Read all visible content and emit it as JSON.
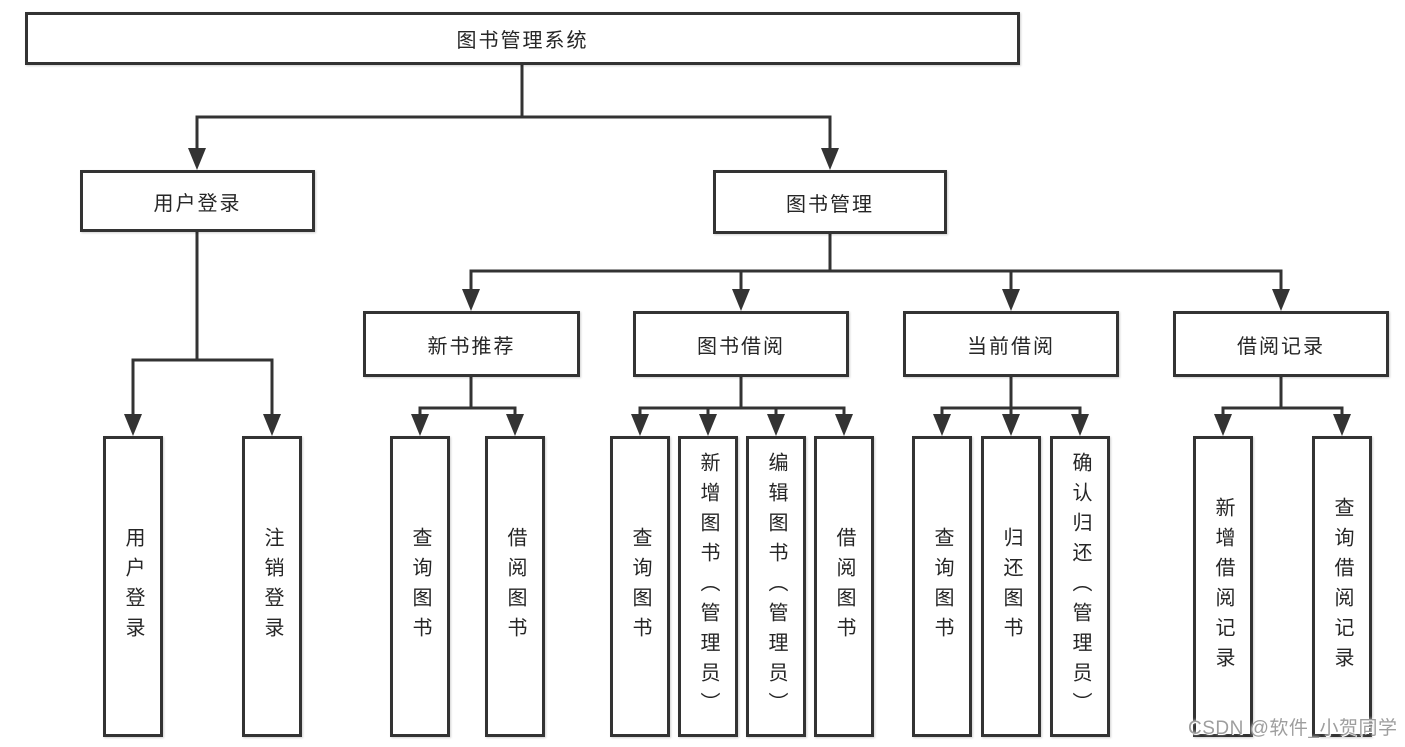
{
  "diagram": {
    "root": {
      "label": "图书管理系统"
    },
    "branches": [
      {
        "label": "用户登录",
        "children": [
          {
            "label": "用户登录"
          },
          {
            "label": "注销登录"
          }
        ]
      },
      {
        "label": "图书管理",
        "children": [
          {
            "label": "新书推荐",
            "children": [
              {
                "label": "查询图书"
              },
              {
                "label": "借阅图书"
              }
            ]
          },
          {
            "label": "图书借阅",
            "children": [
              {
                "label": "查询图书"
              },
              {
                "label": "新增图书（管理员）"
              },
              {
                "label": "编辑图书（管理员）"
              },
              {
                "label": "借阅图书"
              }
            ]
          },
          {
            "label": "当前借阅",
            "children": [
              {
                "label": "查询图书"
              },
              {
                "label": "归还图书"
              },
              {
                "label": "确认归还（管理员）"
              }
            ]
          },
          {
            "label": "借阅记录",
            "children": [
              {
                "label": "新增借阅记录"
              },
              {
                "label": "查询借阅记录"
              }
            ]
          }
        ]
      }
    ]
  },
  "watermark": {
    "text": "CSDN @软件_小贺同学"
  },
  "colors": {
    "line": "#333333",
    "text": "#262626",
    "box_background": "#ffffff",
    "watermark": "#9e9e9e",
    "background": "#ffffff"
  }
}
